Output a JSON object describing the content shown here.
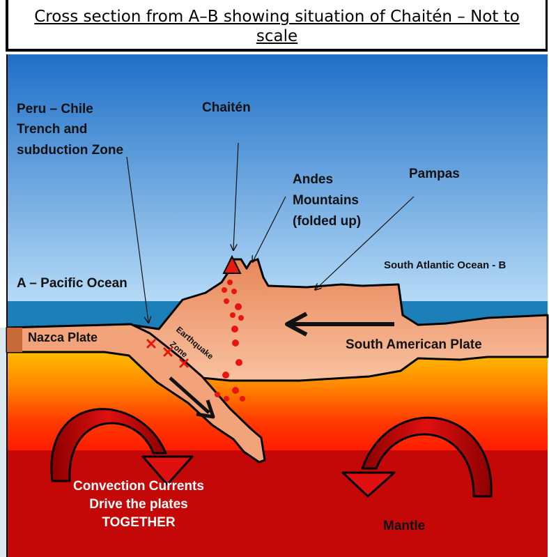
{
  "title": "Cross section from A–B showing situation of Chaitén – Not to scale",
  "labels": {
    "trench_line1": "Peru – Chile",
    "trench_line2": "Trench and",
    "trench_line3": "subduction Zone",
    "chaiten": "Chaitén",
    "andes_line1": "Andes",
    "andes_line2": "Mountains",
    "andes_line3": "(folded up)",
    "pampas": "Pampas",
    "pacific": "A – Pacific Ocean",
    "atlantic": "South Atlantic Ocean - B",
    "nazca": "Nazca Plate",
    "south_american": "South American Plate",
    "earthquake": "Earthquake",
    "zone": "Zone",
    "convection_line1": "Convection Currents",
    "convection_line2": "Drive the plates",
    "convection_line3": "TOGETHER",
    "mantle": "Mantle"
  },
  "colors": {
    "sky_top": "#1e6fc7",
    "sky_bottom": "#b8dcf7",
    "ocean": "#1c7fb8",
    "crust": "#f2a37a",
    "mantle_top": "#ffe000",
    "mantle_mid": "#ff4a00",
    "mantle_deep": "#c40808",
    "magma": "#e8140f"
  }
}
